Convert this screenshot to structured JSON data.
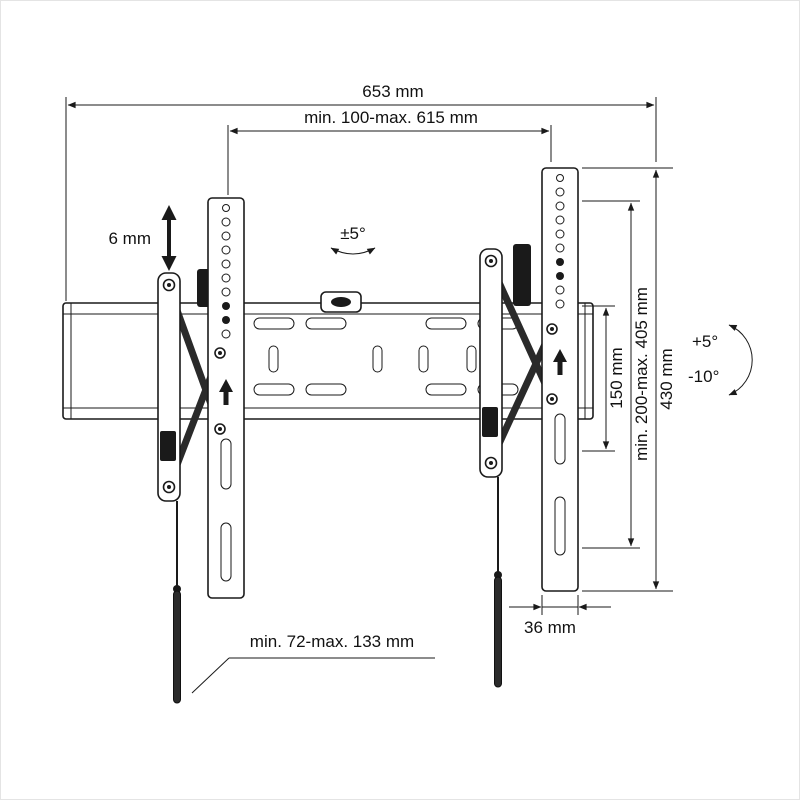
{
  "drawing": {
    "title": "Tilting TV wall mount dimensional drawing",
    "labels": {
      "total_width": "653 mm",
      "mount_width_range": "min. 100-max. 615 mm",
      "height_adjustment": "6 mm",
      "level_adjustment": "±5°",
      "vesa_min_height": "150 mm",
      "vesa_height_range": "min. 200-max. 405 mm",
      "bracket_height": "430 mm",
      "tilt_up": "+5°",
      "tilt_down": "-10°",
      "bracket_width": "36 mm",
      "wall_distance_range": "min. 72-max. 133 mm"
    },
    "colors": {
      "line": "#1a1a1a",
      "background": "#ffffff"
    }
  }
}
